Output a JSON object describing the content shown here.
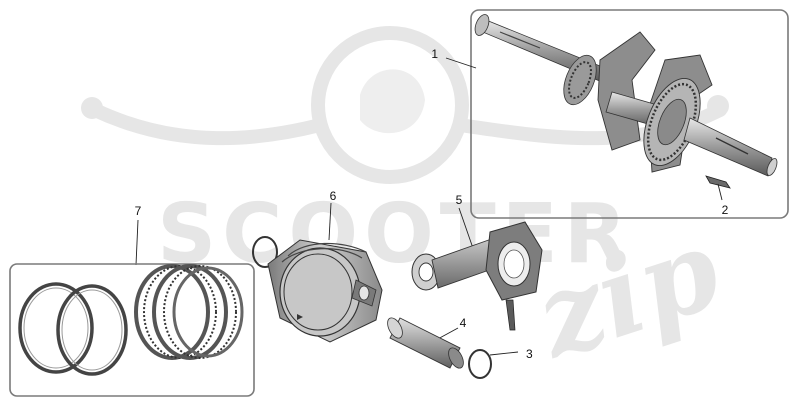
{
  "diagram": {
    "callouts": [
      {
        "id": "1",
        "label": "1"
      },
      {
        "id": "2",
        "label": "2"
      },
      {
        "id": "3",
        "label": "3"
      },
      {
        "id": "4",
        "label": "4"
      },
      {
        "id": "5",
        "label": "5"
      },
      {
        "id": "6",
        "label": "6"
      },
      {
        "id": "7",
        "label": "7"
      }
    ]
  },
  "watermark": {
    "brand": "SCOOTER",
    "script": "zip"
  },
  "colors": {
    "frame": "#7a7a7a",
    "part_light": "#d8d8d8",
    "part_mid": "#a8a8a8",
    "part_dark": "#555555",
    "watermark": "#e6e6e6"
  }
}
